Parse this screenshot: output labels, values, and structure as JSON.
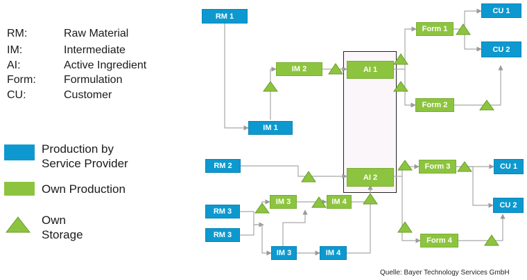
{
  "legend": {
    "abbreviations": [
      {
        "abbr": "RM:",
        "definition": "Raw Material"
      },
      {
        "abbr": "IM:",
        "definition": "Intermediate"
      },
      {
        "abbr": "AI:",
        "definition": "Active Ingredient"
      },
      {
        "abbr": "Form:",
        "definition": "Formulation"
      },
      {
        "abbr": "CU:",
        "definition": "Customer"
      }
    ],
    "key": {
      "service_provider": {
        "line1": "Production by",
        "line2": "Service Provider",
        "color": "#0d99cf"
      },
      "own_production": {
        "label": "Own Production",
        "color": "#8dc43f"
      },
      "own_storage": {
        "line1": "Own",
        "line2": "Storage",
        "color": "#8dc43f"
      }
    }
  },
  "nodes": {
    "rm1": "RM 1",
    "im1": "IM 1",
    "im2": "IM 2",
    "ai1": "AI 1",
    "form1": "Form 1",
    "form2": "Form 2",
    "cu1_top": "CU 1",
    "cu2_top": "CU 2",
    "rm2": "RM 2",
    "ai2": "AI 2",
    "form3": "Form 3",
    "cu1_bottom": "CU 1",
    "rm3_a": "RM 3",
    "rm3_b": "RM 3",
    "im3_green": "IM 3",
    "im4_green": "IM 4",
    "im3_blue": "IM 3",
    "im4_blue": "IM 4",
    "cu2_bottom": "CU 2",
    "form4": "Form 4"
  },
  "source": "Quelle: Bayer Technology Services GmbH"
}
